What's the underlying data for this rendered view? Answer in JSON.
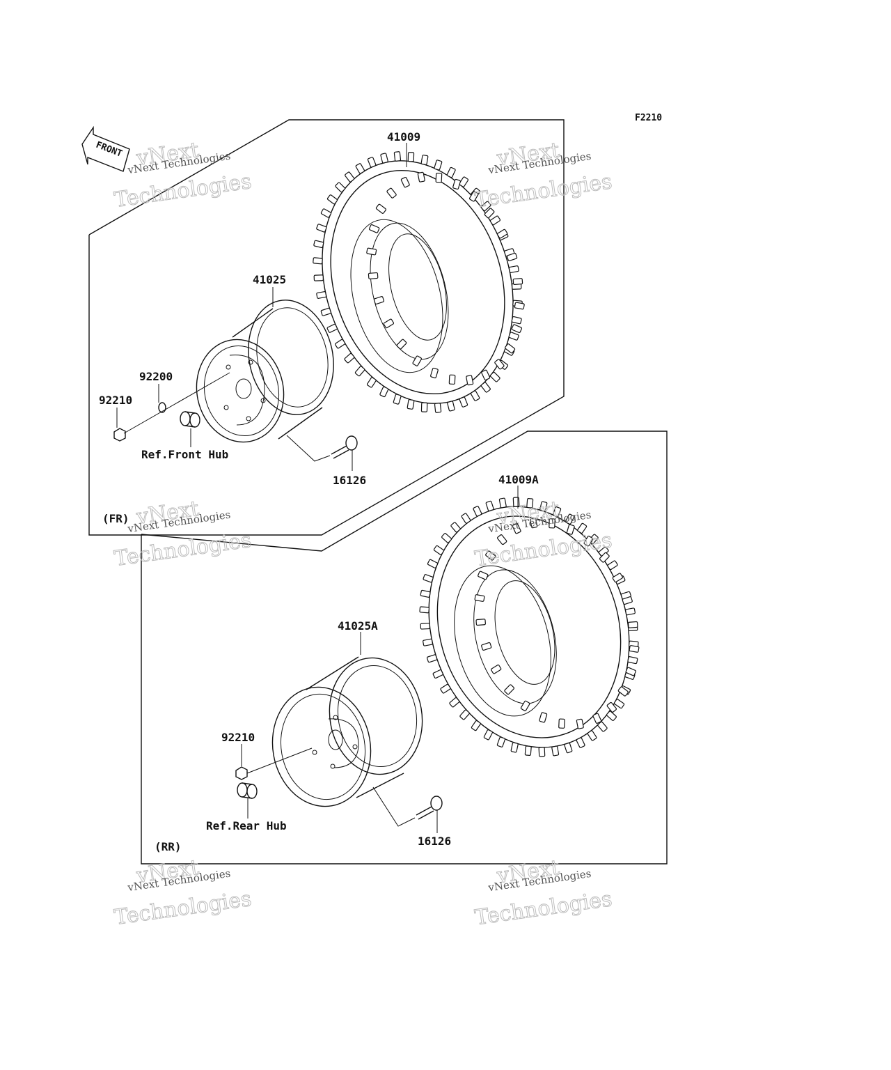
{
  "figure_code": "F2210",
  "front_arrow_label": "FRONT",
  "front_section": {
    "tag": "(FR)",
    "parts": {
      "tire": "41009",
      "wheel": "41025",
      "washer": "92200",
      "nut": "92210",
      "valve": "16126",
      "hub_ref": "Ref.Front Hub"
    }
  },
  "rear_section": {
    "tag": "(RR)",
    "parts": {
      "tire": "41009A",
      "wheel": "41025A",
      "nut": "92210",
      "valve": "16126",
      "hub_ref": "Ref.Rear Hub"
    }
  },
  "watermark": {
    "line1": "vNext",
    "line2": "vNext Technologies",
    "line3": "Technologies"
  },
  "colors": {
    "ink": "#111111",
    "background": "#ffffff",
    "watermark": "#bdbdbd"
  }
}
